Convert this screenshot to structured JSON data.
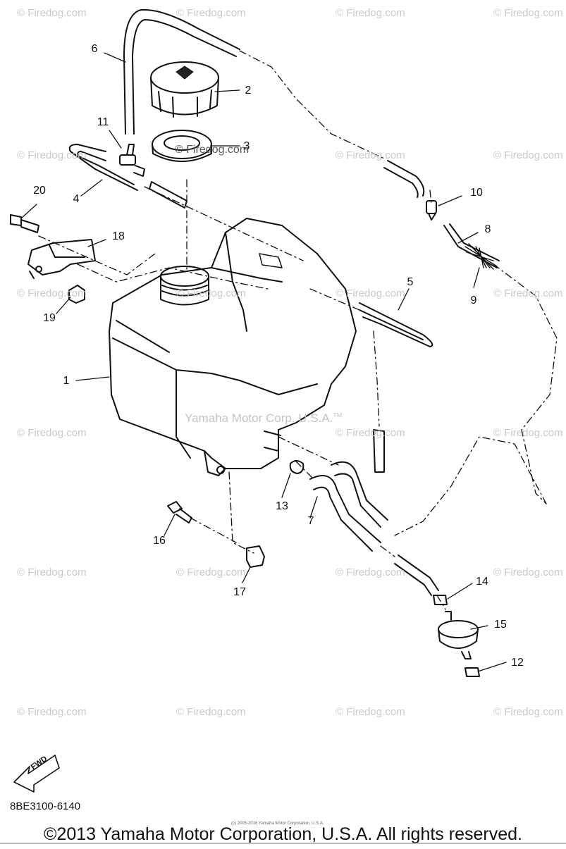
{
  "watermark": {
    "text": "© Firedog.com"
  },
  "center_watermark": "Yamaha Motor Corp. U.S.A.",
  "center_watermark_tm": "TM",
  "cap_watermark": "© Firedog.com",
  "callouts": [
    {
      "id": "1",
      "label": "1"
    },
    {
      "id": "2",
      "label": "2"
    },
    {
      "id": "3",
      "label": "3"
    },
    {
      "id": "4",
      "label": "4"
    },
    {
      "id": "5",
      "label": "5"
    },
    {
      "id": "6",
      "label": "6"
    },
    {
      "id": "7",
      "label": "7"
    },
    {
      "id": "8",
      "label": "8"
    },
    {
      "id": "9",
      "label": "9"
    },
    {
      "id": "10",
      "label": "10"
    },
    {
      "id": "11",
      "label": "11"
    },
    {
      "id": "12",
      "label": "12"
    },
    {
      "id": "13",
      "label": "13"
    },
    {
      "id": "14",
      "label": "14"
    },
    {
      "id": "15",
      "label": "15"
    },
    {
      "id": "16",
      "label": "16"
    },
    {
      "id": "17",
      "label": "17"
    },
    {
      "id": "18",
      "label": "18"
    },
    {
      "id": "19",
      "label": "19"
    },
    {
      "id": "20",
      "label": "20"
    }
  ],
  "fwd_label": "FWD",
  "part_code": "8BE3100-6140",
  "fine_print": "(c) 2005-2016 Yamaha Motor Corporation, U.S.A.",
  "copyright": "©2013 Yamaha Motor Corporation, U.S.A. All rights reserved."
}
